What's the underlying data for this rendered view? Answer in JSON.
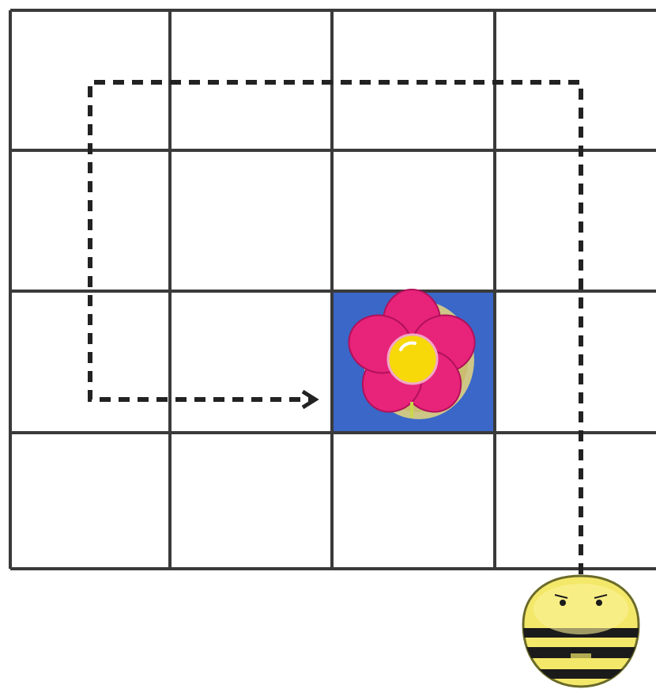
{
  "scene": {
    "type": "bee-bot-grid-path",
    "grid": {
      "rows": 4,
      "cols": 4,
      "line_color": "#3a3a3a"
    },
    "target_cell": {
      "row": 3,
      "col": 3,
      "fill_color": "#3a67c8"
    },
    "path": {
      "style": "dashed",
      "color": "#222222",
      "arrow": "end"
    },
    "flower": {
      "petal_color": "#e8237a",
      "center_color": "#f7d90a"
    },
    "bee": {
      "body_color": "#f4e86a",
      "stripe_color": "#1b1b1b"
    }
  }
}
